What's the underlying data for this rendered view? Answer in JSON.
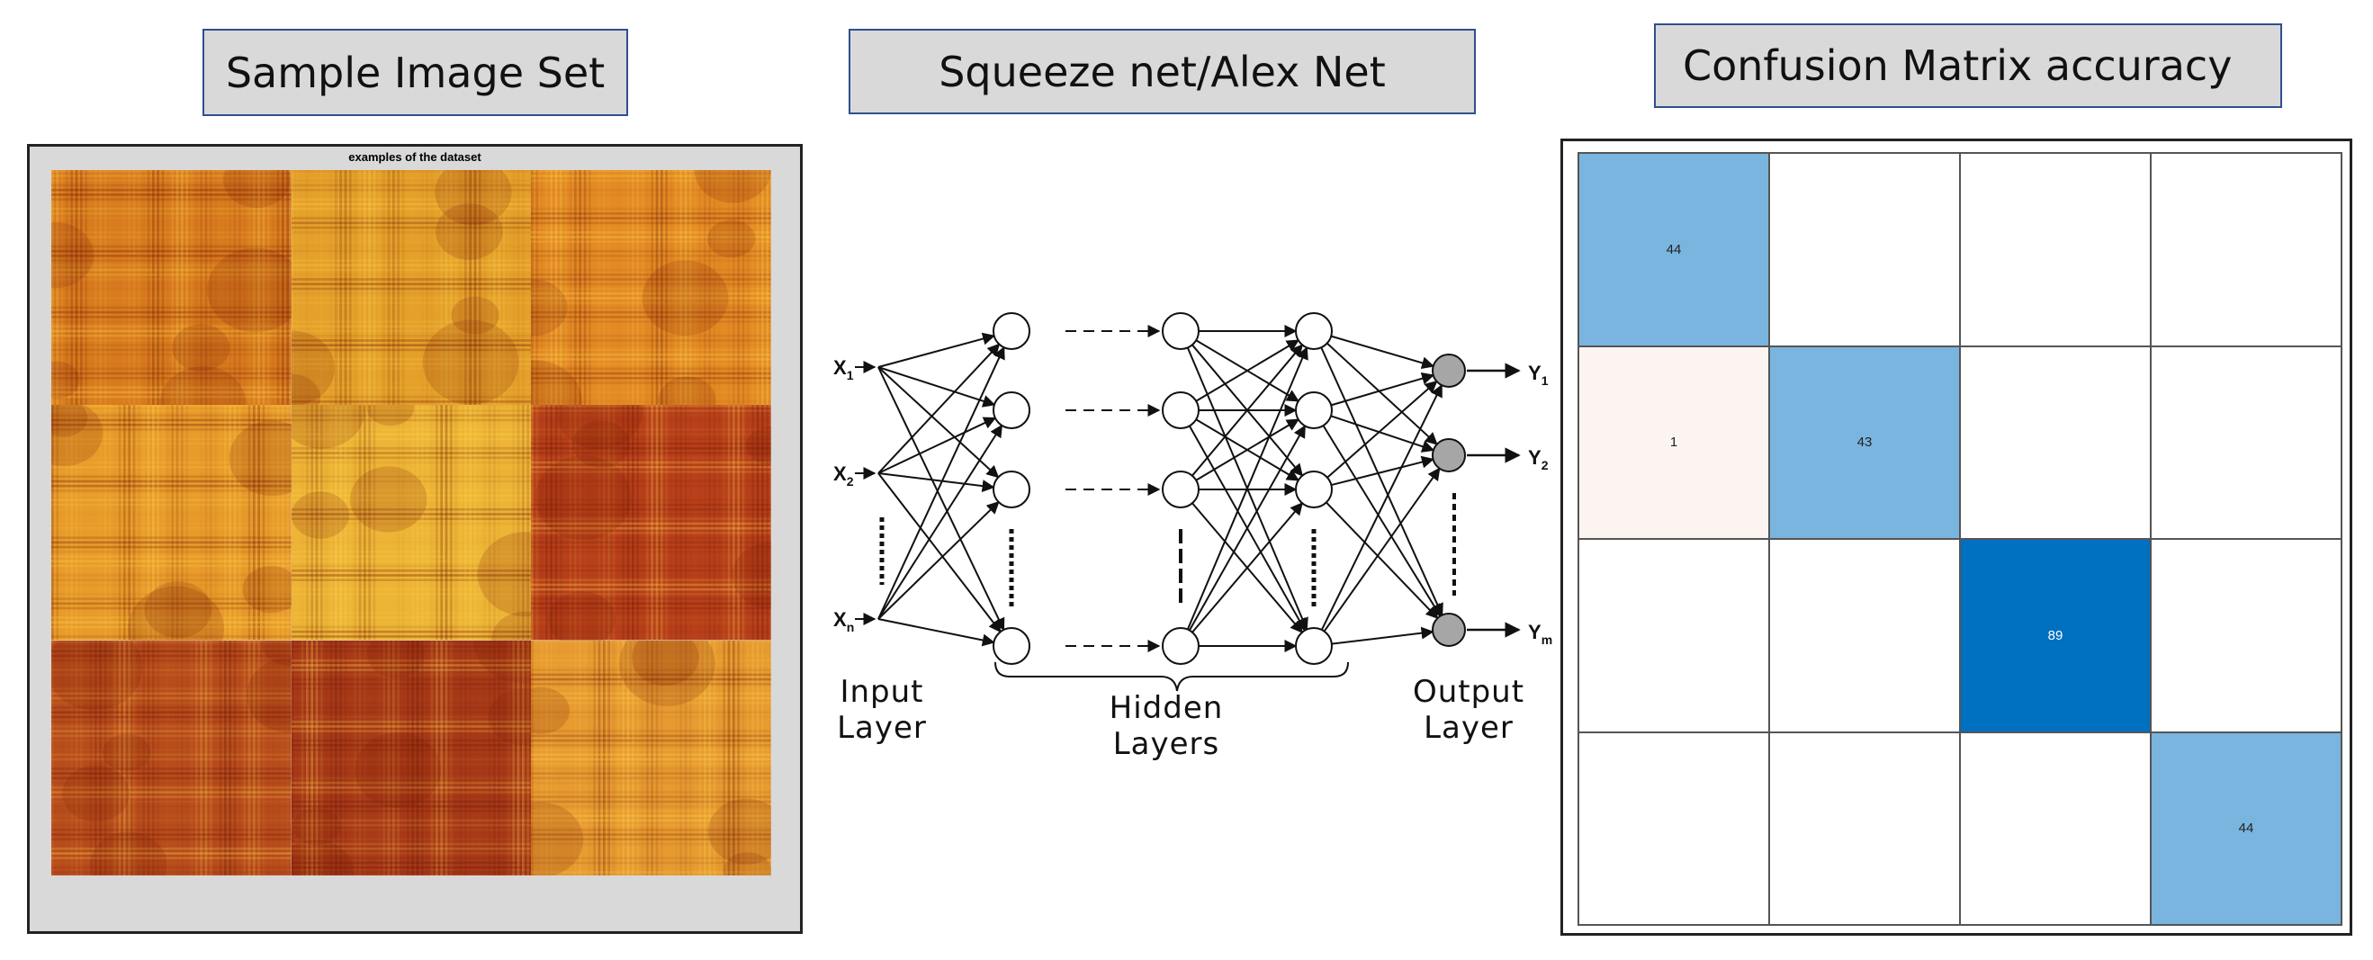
{
  "headers": {
    "sample": "Sample Image Set",
    "network": "Squeeze net/Alex Net",
    "confusion": "Confusion Matrix accuracy"
  },
  "sample_panel": {
    "caption": "examples of the dataset",
    "tile_shades": [
      [
        "#d87a1e",
        "#e4a02a",
        "#e38a24"
      ],
      [
        "#e89a2a",
        "#edb436",
        "#b8401a"
      ],
      [
        "#b84c1c",
        "#a83a18",
        "#e79a30"
      ]
    ]
  },
  "network": {
    "inputs": [
      {
        "main": "X",
        "sub": "1"
      },
      {
        "main": "X",
        "sub": "2"
      },
      {
        "main": "X",
        "sub": "n"
      }
    ],
    "outputs": [
      {
        "main": "Y",
        "sub": "1"
      },
      {
        "main": "Y",
        "sub": "2"
      },
      {
        "main": "Y",
        "sub": "m"
      }
    ],
    "labels": {
      "input_line1": "Input",
      "input_line2": "Layer",
      "hidden_line1": "Hidden",
      "hidden_line2": "Layers",
      "output_line1": "Output",
      "output_line2": "Layer"
    },
    "colors": {
      "hidden_node_fill": "#ffffff",
      "output_node_fill": "#a6a6a6"
    }
  },
  "chart_data": {
    "type": "heatmap",
    "title": "",
    "rows": 4,
    "cols": 4,
    "values": [
      [
        44,
        null,
        null,
        null
      ],
      [
        1,
        43,
        null,
        null
      ],
      [
        null,
        null,
        89,
        null
      ],
      [
        null,
        null,
        null,
        44
      ]
    ],
    "colors": {
      "high": "#0070c0",
      "mid": "#7ab5df",
      "low": "#fcf4f1",
      "empty": "#ffffff",
      "dark_text": "#222222",
      "light_text": "#ffffff"
    }
  }
}
